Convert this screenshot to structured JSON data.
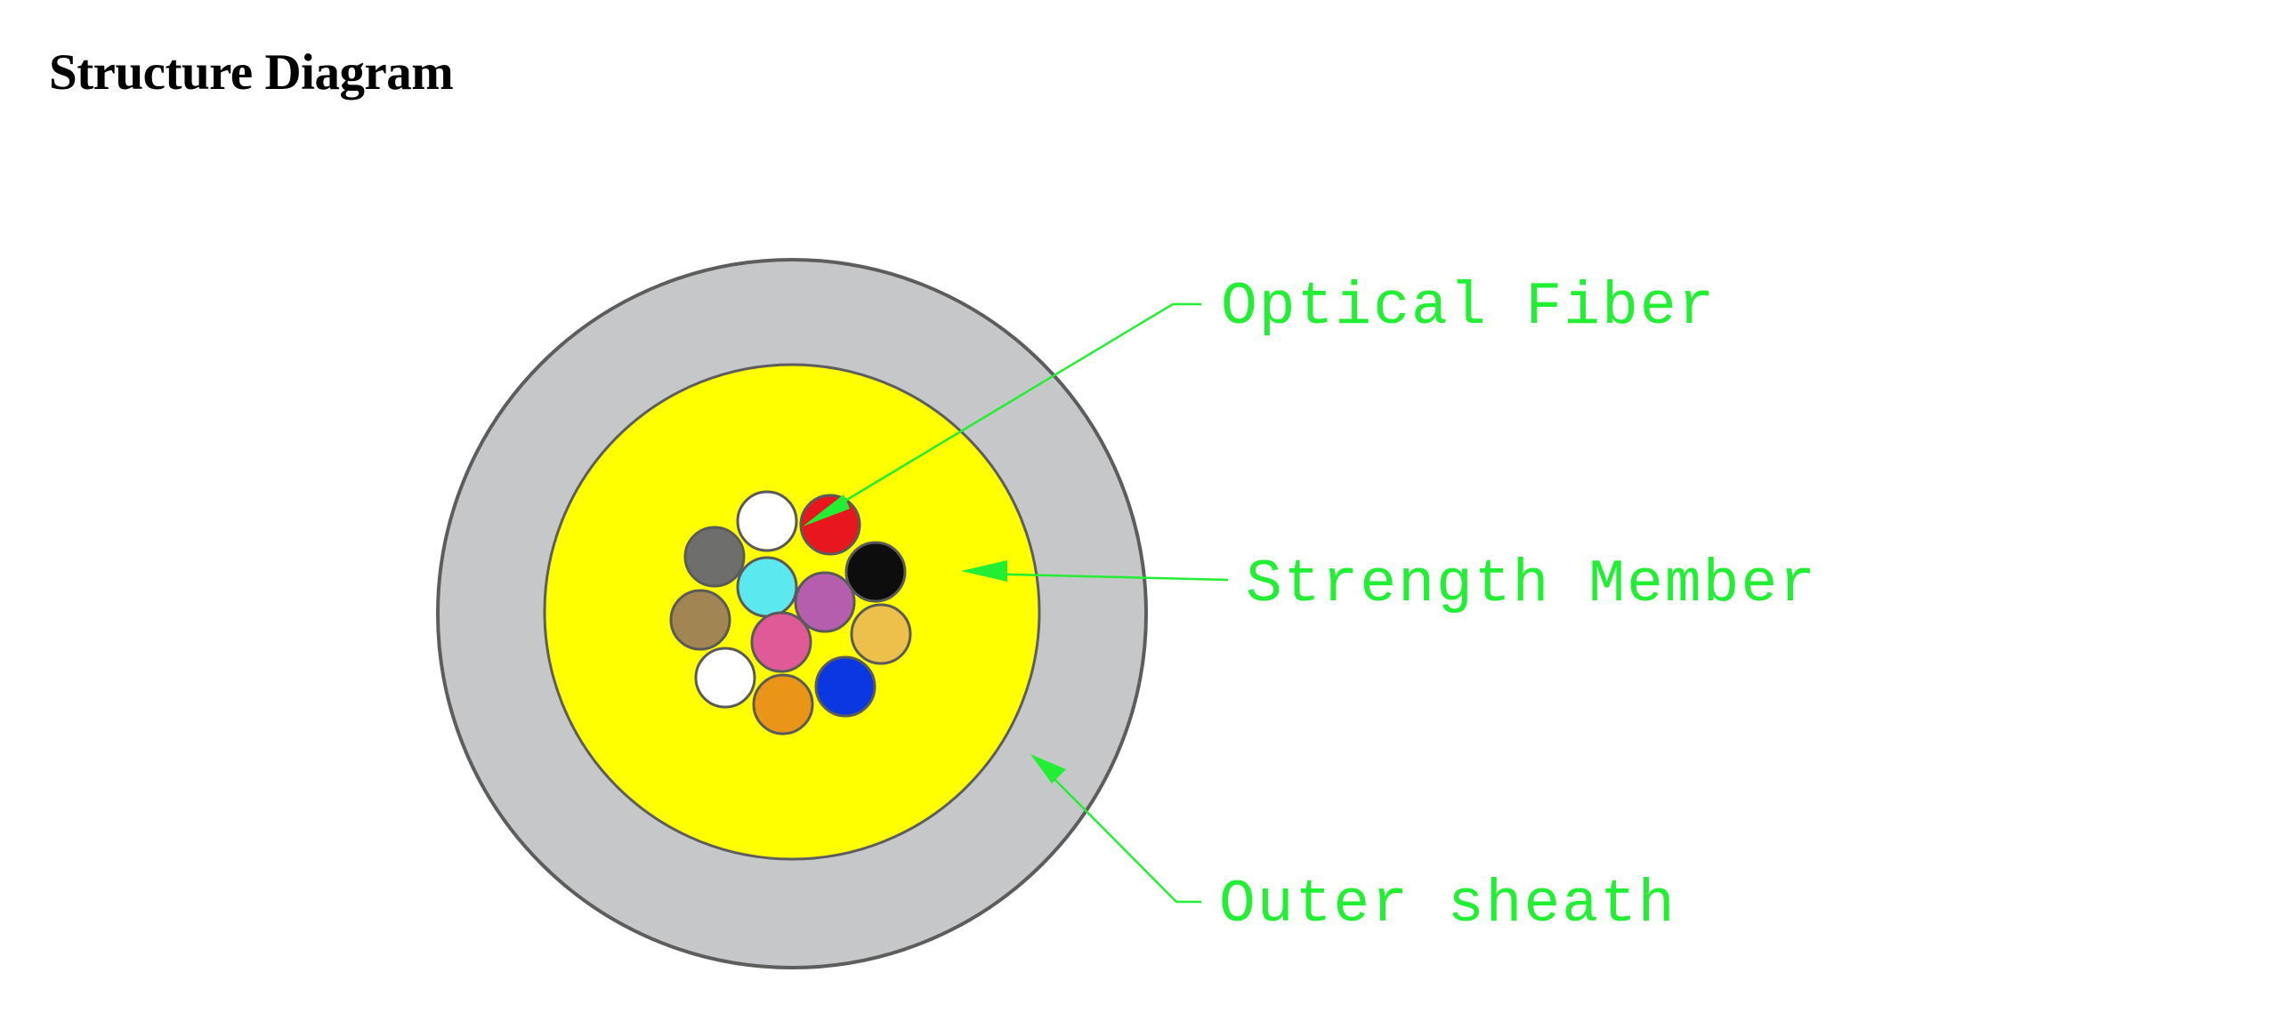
{
  "page": {
    "title": "Structure Diagram"
  },
  "diagram": {
    "labels": {
      "optical_fiber": "Optical Fiber",
      "strength_member": "Strength Member",
      "outer_sheath": "Outer sheath"
    },
    "colors": {
      "sheath": "#c6c7c9",
      "sheath_outline": "#5d5d5d",
      "strength_member": "#ffff00",
      "callout": "#22ee33"
    },
    "fibers": [
      {
        "name": "white",
        "color": "#ffffff"
      },
      {
        "name": "red",
        "color": "#e8171e"
      },
      {
        "name": "slate",
        "color": "#6e6f6c"
      },
      {
        "name": "black",
        "color": "#0d0d0d"
      },
      {
        "name": "aqua",
        "color": "#5ce8ef"
      },
      {
        "name": "violet",
        "color": "#b55ead"
      },
      {
        "name": "brown",
        "color": "#a18553"
      },
      {
        "name": "rose",
        "color": "#e05a97"
      },
      {
        "name": "yellow",
        "color": "#ecc04a"
      },
      {
        "name": "white",
        "color": "#ffffff"
      },
      {
        "name": "orange",
        "color": "#ea9418"
      },
      {
        "name": "blue",
        "color": "#0b37e3"
      }
    ]
  }
}
